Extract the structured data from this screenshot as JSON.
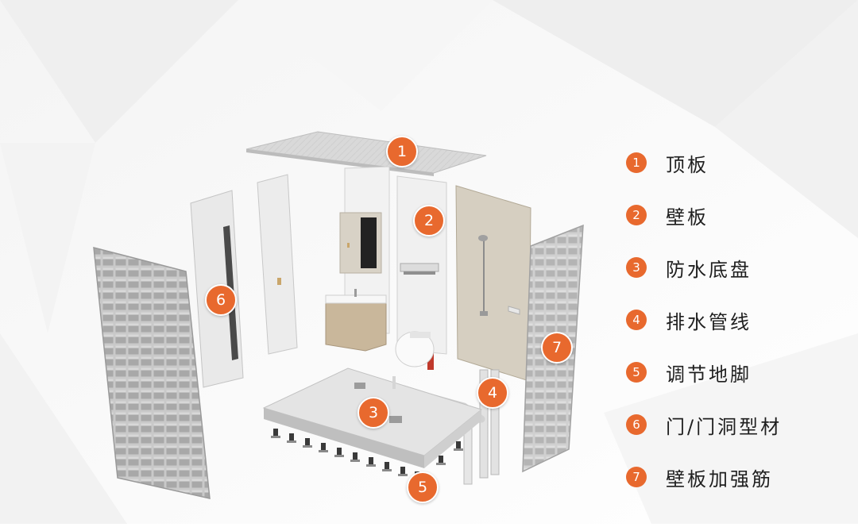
{
  "accent_color": "#e8692e",
  "callouts": [
    {
      "number": "1",
      "target": "ceiling-panel"
    },
    {
      "number": "2",
      "target": "wall-panel"
    },
    {
      "number": "3",
      "target": "waterproof-tray"
    },
    {
      "number": "4",
      "target": "drain-pipe"
    },
    {
      "number": "5",
      "target": "adjustable-feet"
    },
    {
      "number": "6",
      "target": "door-frame"
    },
    {
      "number": "7",
      "target": "wall-reinforcement-rib"
    }
  ],
  "legend": [
    {
      "number": "1",
      "label": "顶板"
    },
    {
      "number": "2",
      "label": "壁板"
    },
    {
      "number": "3",
      "label": "防水底盘"
    },
    {
      "number": "4",
      "label": "排水管线"
    },
    {
      "number": "5",
      "label": "调节地脚"
    },
    {
      "number": "6",
      "label": "门/门洞型材"
    },
    {
      "number": "7",
      "label": "壁板加强筋"
    }
  ]
}
